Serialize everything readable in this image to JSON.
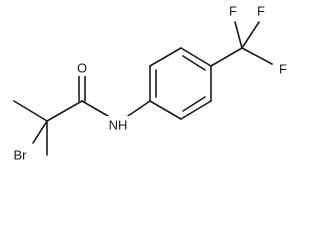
{
  "atoms": {
    "bromine": "Br",
    "oxygen": "O",
    "amide_nitrogen": "NH",
    "fluorine_top_left": "F",
    "fluorine_top_right": "F",
    "fluorine_right": "F"
  },
  "colors": {
    "bond": "#1a1a1a",
    "label": "#1a1a1a",
    "background": "#ffffff"
  }
}
